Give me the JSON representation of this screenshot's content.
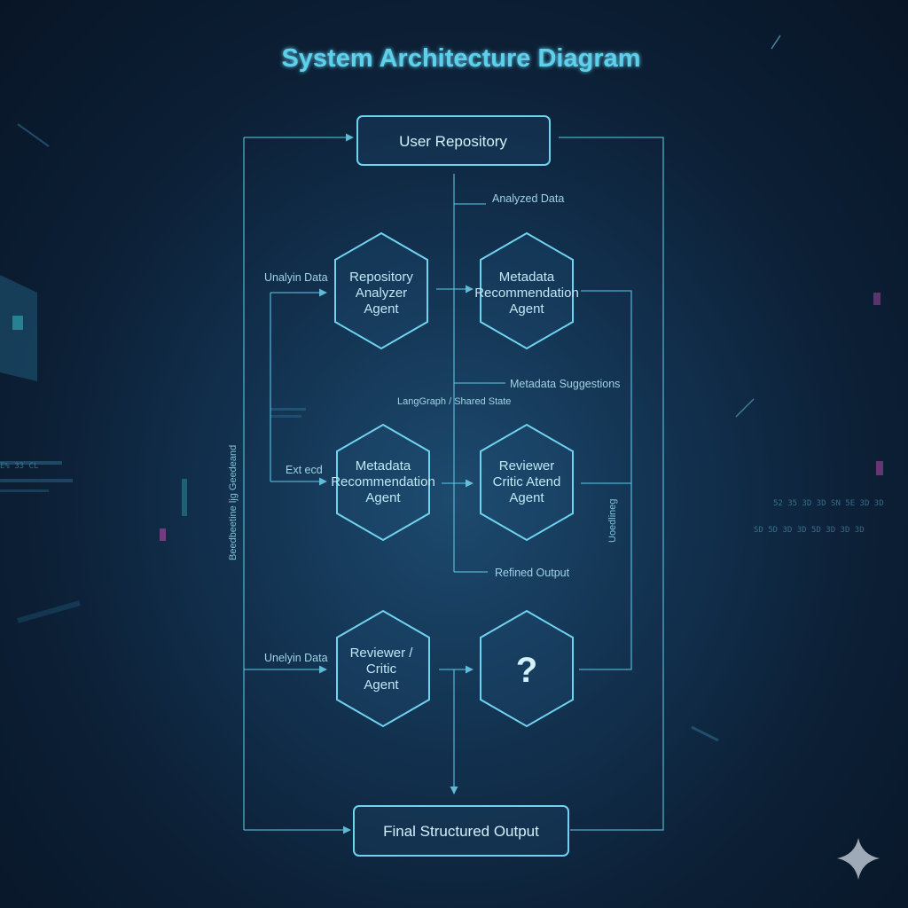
{
  "title": "System Architecture Diagram",
  "nodes": {
    "user_repository": "User Repository",
    "repo_analyzer": [
      "Repository",
      "Analyzer",
      "Agent"
    ],
    "metadata_rec_top": [
      "Metadata",
      "Recommendation",
      "Agent"
    ],
    "metadata_rec_mid": [
      "Metadata",
      "Recommendation",
      "Agent"
    ],
    "reviewer_critic_mid": [
      "Reviewer",
      "Critic Atend",
      "Agent"
    ],
    "reviewer_critic_bottom": [
      "Reviewer /",
      "Critic",
      "Agent"
    ],
    "unknown": "?",
    "final_output": "Final Structured Output"
  },
  "edge_labels": {
    "analyzed_data": "Analyzed Data",
    "analyzer_input": "Unalyin Data",
    "metadata_suggestions": "Metadata Suggestions",
    "shared_state": "LangGraph / Shared State",
    "ext_input": "Ext ecd",
    "refined_output": "Refined Output",
    "reviewer_input": "Unelyin Data"
  },
  "side_labels": {
    "left": "Beedbeetine ljg Geedeand",
    "right": "Uoedlineg"
  },
  "colors": {
    "accent": "#6fd3ef",
    "title": "#5fd0ec",
    "background": "#12314f"
  }
}
